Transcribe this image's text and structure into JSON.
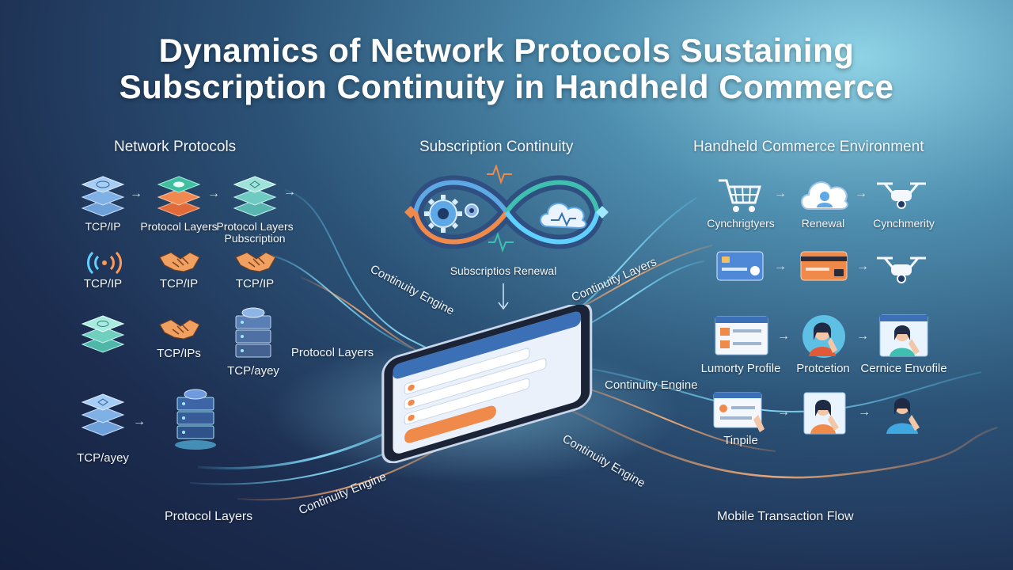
{
  "title_line1": "Dynamics of Network Protocols Sustaining",
  "title_line2": "Subscription Continuity in Handheld Commerce",
  "sections": {
    "network": "Network Protocols",
    "subscription": "Subscription Continuity",
    "commerce": "Handheld Commerce Environment"
  },
  "network_labels": {
    "r1a": "TCP/IP",
    "r1b": "Protocol Layers",
    "r1c1": "Protocol Layers",
    "r1c2": "Pubscription",
    "r2a": "TCP/IP",
    "r2b": "TCP/IP",
    "r2c": "TCP/IP",
    "r3b": "TCP/IPs",
    "r3c": "TCP/ayey",
    "r3d": "Protocol Layers",
    "r4a": "TCP/ayey"
  },
  "subscription_label": "Subscriptios Renewal",
  "commerce_labels": {
    "r1a": "Cynchrigtyers",
    "r1b": "Renewal",
    "r1c": "Cynchmerity",
    "r3a": "Lumorty Profile",
    "r3b": "Protcetion",
    "r3c": "Cernice Envofile",
    "r4a": "Tinpile"
  },
  "flow_labels": {
    "continuity_engine_1": "Continuity Engine",
    "continuity_layers": "Continuity Layers",
    "continuity_engine_2": "Continuity Engine",
    "continuity_engine_3": "Continuity Engine",
    "continuity_engine_4": "Continuity Engine",
    "protocol_layers": "Protocol Layers",
    "mobile_transaction_flow": "Mobile Transaction Flow"
  },
  "colors": {
    "blue_flow": "#5fd0ff",
    "orange_flow": "#ff9a5a",
    "accent_orange": "#f08a4b",
    "teal": "#3fbfb0"
  }
}
